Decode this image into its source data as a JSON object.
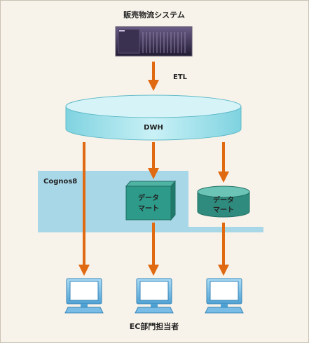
{
  "title": "販売物流システム",
  "etl_label": "ETL",
  "dwh_label": "DWH",
  "cognos_label": "Cognos8",
  "datamart_1": {
    "line1": "データ",
    "line2": "マート"
  },
  "datamart_2": {
    "line1": "データ",
    "line2": "マート"
  },
  "footer_label": "EC部門担当者",
  "colors": {
    "background": "#f8f3ea",
    "frame": "#c9c2b3",
    "cognos_area": "#a8d7e8",
    "arrow": "#e06a12",
    "cylinder_body": "#a9e4ee",
    "cylinder_top": "#d6f4f8",
    "datamart_box": "#2d9a8a",
    "datamart_cylinder": "#2f8b7e",
    "pc_monitor": "#79bde6",
    "pc_screen": "#ffffff"
  },
  "icons": [
    "server-icon",
    "pc-icon",
    "pc-icon",
    "pc-icon"
  ]
}
